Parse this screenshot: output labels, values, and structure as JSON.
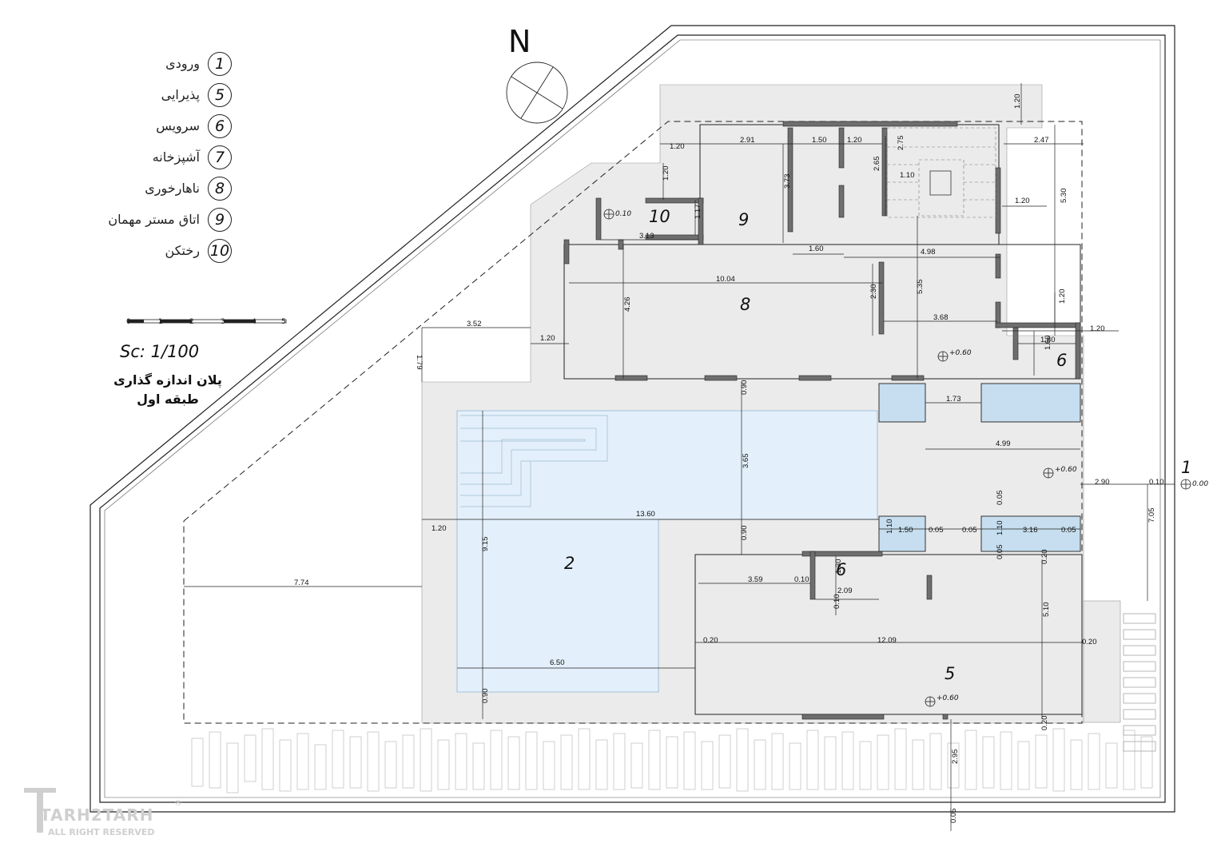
{
  "legend": [
    {
      "num": "1",
      "label": "ورودی"
    },
    {
      "num": "5",
      "label": "پذیرایی"
    },
    {
      "num": "6",
      "label": "سرویس"
    },
    {
      "num": "7",
      "label": "آشپزخانه"
    },
    {
      "num": "8",
      "label": "ناهارخوری"
    },
    {
      "num": "9",
      "label": "اتاق مستر مهمان"
    },
    {
      "num": "10",
      "label": "رختکن"
    }
  ],
  "north_label": "N",
  "scale_bar": {
    "ticks": [
      "0",
      "1",
      "2",
      "3",
      "4",
      "5"
    ],
    "text": "Sc: 1/100"
  },
  "title": {
    "line1": "پلان اندازه گذاری",
    "line2": "طبقه اول"
  },
  "rooms": {
    "r1": "1",
    "r2": "2",
    "r5": "5",
    "r6a": "6",
    "r6b": "6",
    "r8": "8",
    "r9": "9",
    "r10": "10"
  },
  "levels": {
    "l1": "0.10",
    "l2": "+0.60",
    "l3": "+0.60",
    "l4": "+0.60",
    "l5": "0.00"
  },
  "dims": {
    "d_120_top": "1.20",
    "d_291": "2.91",
    "d_150": "1.50",
    "d_120b": "1.20",
    "d_275": "2.75",
    "d_247": "2.47",
    "d_265": "2.65",
    "d_110": "1.10",
    "d_373": "3.73",
    "d_530": "5.30",
    "d_120c": "1.20",
    "d_120d": "1.20",
    "d_117": "1.17",
    "d_313": "3.13",
    "d_160": "1.60",
    "d_498": "4.98",
    "d_1004": "10.04",
    "d_426": "4.26",
    "d_230": "2.30",
    "d_535": "5.35",
    "d_120e": "1.20",
    "d_352": "3.52",
    "d_120f": "1.20",
    "d_368": "3.68",
    "d_120g": "1.20",
    "d_180": "1.80",
    "d_179": "1.79",
    "d_160b": "1.60",
    "d_090a": "0.90",
    "d_173": "1.73",
    "d_499": "4.99",
    "d_365": "3.65",
    "d_290": "2.90",
    "d_010a": "0.10",
    "d_1360": "13.60",
    "d_120h": "1.20",
    "d_005a": "0.05",
    "d_705": "7.05",
    "d_110b": "1.10",
    "d_150b": "1.50",
    "d_005b": "0.05",
    "d_005c": "0.05",
    "d_110c": "1.10",
    "d_316": "3.16",
    "d_005d": "0.05",
    "d_005e": "0.05",
    "d_915": "9.15",
    "d_090b": "0.90",
    "d_774": "7.74",
    "d_359": "3.59",
    "d_010b": "0.10",
    "d_130": "1.30",
    "d_209": "2.09",
    "d_020a": "0.20",
    "d_010c": "0.10",
    "d_510": "5.10",
    "d_020b": "0.20",
    "d_1209": "12.09",
    "d_020c": "0.20",
    "d_650": "6.50",
    "d_120i": "1.20",
    "d_090c": "0.90",
    "d_020d": "0.20",
    "d_295": "2.95",
    "d_005f": "0.05"
  },
  "watermark": {
    "brand": "TARH2TARH",
    "sub": "ALL RIGHT RESERVED",
    "reg": "®"
  },
  "colors": {
    "pool": "#e3f0fb",
    "pool_edge": "#bcd8ee",
    "paving": "#ebebeb",
    "wall": "#6e6e6e",
    "line": "#222222"
  }
}
